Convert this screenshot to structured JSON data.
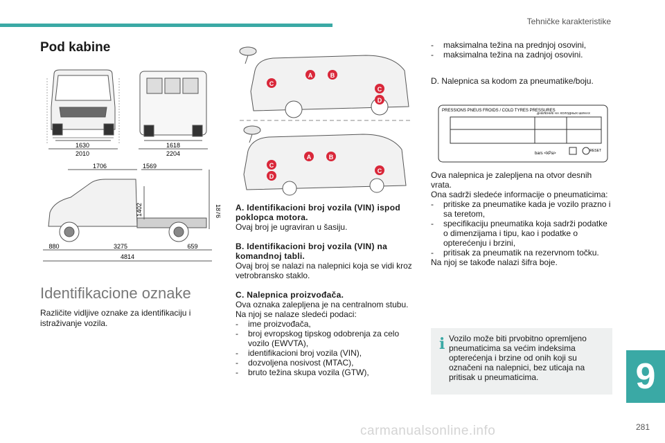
{
  "header": {
    "title": "Tehničke karakteristike"
  },
  "section_title": "Pod kabine",
  "dimensions": {
    "front_track": "1630",
    "front_width": "2010",
    "rear_track": "1618",
    "rear_width": "2204",
    "cab_length": "1706",
    "box_length": "1569",
    "box_height": "1402",
    "total_height": "1876",
    "front_overhang": "880",
    "wheelbase": "3275",
    "rear_overhang": "659",
    "total_length": "4814"
  },
  "labels": {
    "a": "A",
    "b": "B",
    "c": "C",
    "d": "D"
  },
  "subtitle": "Identifikacione oznake",
  "intro": "Različite vidljive oznake za identifikaciju i istraživanje vozila.",
  "block_a": {
    "title": "A. Identifikacioni broj vozila (VIN) ispod poklopca motora.",
    "text": "Ovaj broj je ugraviran u šasiju."
  },
  "block_b": {
    "title": "B. Identifikacioni broj vozila (VIN) na komandnoj tabli.",
    "text": "Ovaj broj se nalazi na nalepnici koja se vidi kroz vetrobransko staklo."
  },
  "block_c": {
    "title": "C. Nalepnica proizvođača.",
    "text1": "Ova oznaka zalepljena je na centralnom stubu.",
    "text2": "Na njoj se nalaze sledeći podaci:",
    "items": [
      "ime proizvođača,",
      "broj evropskog tipskog odobrenja za celo vozilo (EWVTA),",
      "identifikacioni broj vozila (VIN),",
      "dozvoljena nosivost (MTAC),",
      "bruto težina skupa vozila (GTW),"
    ]
  },
  "col3": {
    "items": [
      "maksimalna težina na prednjoj osovini,",
      "maksimalna težina na zadnjoj osovini."
    ],
    "d_title": "D. Nalepnica sa kodom za pneumatike/boju.",
    "tyre_label_text": "PRESSIONS PNEUS FROIDS / COLD TYRES PRESSURES",
    "tyre_label_small": "ДАВЛЕНИЕ НА ХОЛОДНЫХ ШИНАХ",
    "tyre_label_bars": "bars <kPa>",
    "tyre_label_reset": "RESET",
    "text1": "Ova nalepnica je zalepljena na otvor desnih vrata.",
    "text2": "Ona sadrži sledeće informacije o pneumaticima:",
    "items2": [
      "pritiske za pneumatike kada je vozilo prazno i sa teretom,",
      "specifikaciju pneumatika koja sadrži podatke o dimenzijama i tipu, kao i podatke o opterećenju i brzini,",
      "pritisak za pneumatik na rezervnom točku."
    ],
    "text3": "Na njoj se takođe nalazi šifra boje."
  },
  "info_box": {
    "icon": "info-icon",
    "text": "Vozilo može biti prvobitno opremljeno pneumaticima sa većim indeksima opterećenja i brzine od onih koji su označeni na nalepnici, bez uticaja na pritisak u pneumaticima."
  },
  "chapter": "9",
  "page_number": "281",
  "watermark": "carmanualsonline.info",
  "colors": {
    "accent": "#3aa9a5",
    "marker": "#d9283a"
  }
}
